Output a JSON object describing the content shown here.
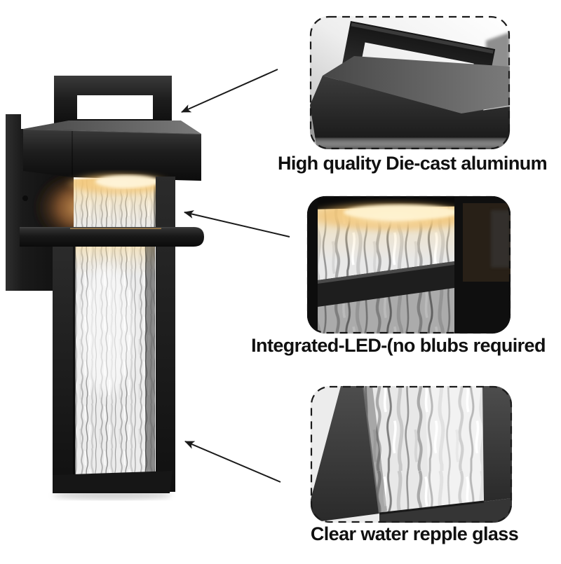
{
  "callouts": [
    {
      "id": "die-cast",
      "label": "High quality Die-cast aluminum"
    },
    {
      "id": "led",
      "label": "Integrated-LED-(no blubs required"
    },
    {
      "id": "glass",
      "label": "Clear water repple glass"
    }
  ],
  "colors": {
    "background": "#ffffff",
    "fixture_black": "#1b1b1b",
    "led_glow": "#f6d595",
    "wall_glow": "#9a6f42",
    "caption_text": "#101010",
    "dashed_border": "#1a1a1a"
  }
}
